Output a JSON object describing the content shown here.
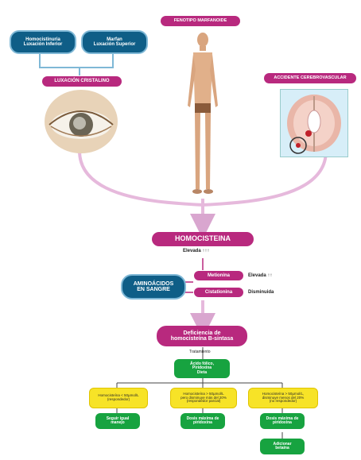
{
  "top": {
    "homocistinuria": "Homocistinuria\nLuxación Inferior",
    "marfan": "Marfan\nLuxación Superior",
    "fenotipo": "FENOTIPO MARFANOIDE",
    "luxacion": "LUXACIÓN CRISTALINO",
    "accidente": "ACCIDENTE CEREBROVASCULAR"
  },
  "center": {
    "homocisteina": "HOMOCISTEINA",
    "elevada": "Elevada ↑↑↑",
    "aminoacidos": "AMINOÁCIDOS\nEN SANGRE",
    "metionina": "Metionina",
    "metionina_status": "Elevada ↑↑",
    "cistationina": "Cistationina",
    "cistationina_status": "Disminuida",
    "deficiencia": "Deficiencia de\nhomocisteína B-sintasa",
    "tratamiento": "Tratamiento",
    "treatment_box": "Ácido fólico,\nPiridoxina\nDieta"
  },
  "branches": [
    {
      "condition": "Homocisteína < 50µmol/L\n(respondedor)",
      "actions": [
        "Seguir igual\nmanejo"
      ]
    },
    {
      "condition": "Homocisteína > 50µmol/L\npero disminuye más del 20%\n(respondedor parcial)",
      "actions": [
        "Dosis máxima de\npiridoxina"
      ]
    },
    {
      "condition": "Homocisteína > 50µmol/L,\ndisminuye menos del 20%\n(no respondedor)",
      "actions": [
        "Dosis máxima de\npiridoxina",
        "Adicionar\nbetaína"
      ]
    }
  ],
  "colors": {
    "teal": "#0f5e87",
    "magenta": "#b8297e",
    "green": "#17a340",
    "yellow": "#f7e327",
    "arrow": "#d9a6cf"
  }
}
